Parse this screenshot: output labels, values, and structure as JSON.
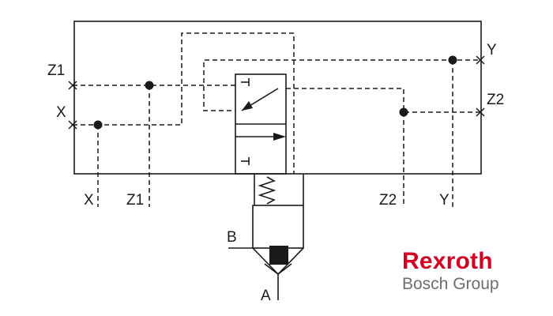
{
  "ports": {
    "z1_left": "Z1",
    "x_left": "X",
    "y_right": "Y",
    "z2_right": "Z2",
    "x_bottom": "X",
    "z1_bottom": "Z1",
    "z2_bottom": "Z2",
    "y_bottom": "Y",
    "b": "B",
    "a": "A"
  },
  "logo": {
    "brand": "Rexroth",
    "group": "Bosch Group",
    "brand_color": "#d40021",
    "group_color": "#6d6e71"
  },
  "colors": {
    "line": "#1a1a1a",
    "fill": "#1a1a1a"
  }
}
